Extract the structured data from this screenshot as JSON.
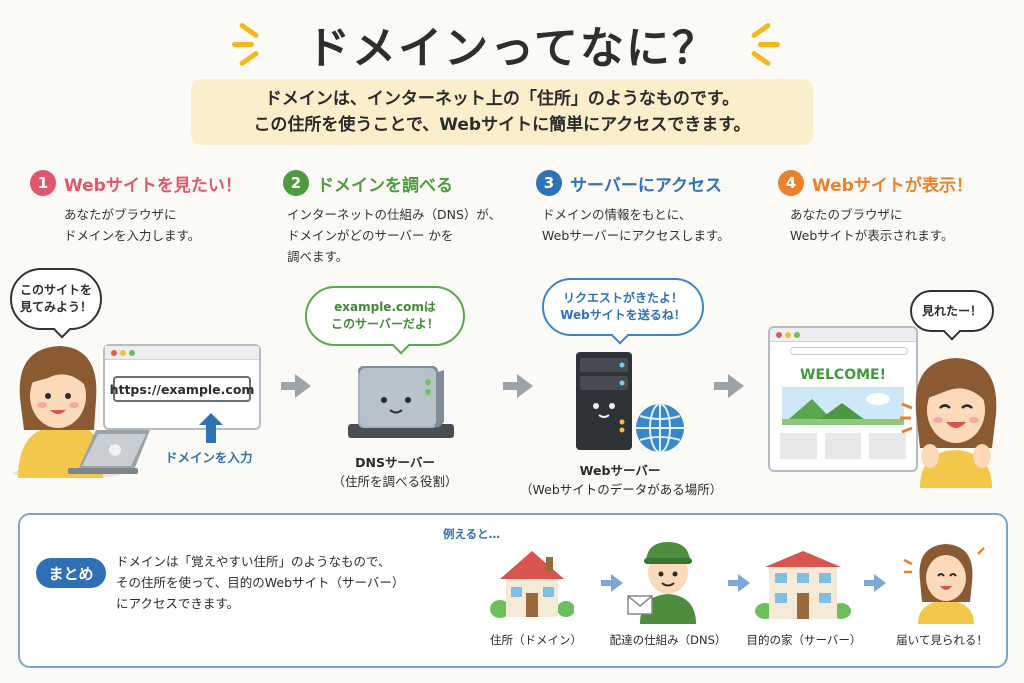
{
  "title": "ドメインってなに？",
  "intro": {
    "line1": "ドメインは、インターネット上の「住所」のようなものです。",
    "line2": "この住所を使うことで、Webサイトに簡単にアクセスできます。"
  },
  "steps": [
    {
      "num": "1",
      "title": "Webサイトを見たい！",
      "color": "#e0566a",
      "desc1": "あなたがブラウザに",
      "desc2": "ドメインを入力します。",
      "desc3": ""
    },
    {
      "num": "2",
      "title": "ドメインを調べる",
      "color": "#4e9a3f",
      "desc1": "インターネットの仕組み（DNS）が、",
      "desc2": "ドメインがどのサーバー  かを",
      "desc3": "調べます。"
    },
    {
      "num": "3",
      "title": "サーバーにアクセス",
      "color": "#2f72b8",
      "desc1": "ドメインの情報をもとに、",
      "desc2": "Webサーバーにアクセスします。",
      "desc3": ""
    },
    {
      "num": "4",
      "title": "Webサイトが表示！",
      "color": "#e9822b",
      "desc1": "あなたのブラウザに",
      "desc2": "Webサイトが表示されます。",
      "desc3": ""
    }
  ],
  "scene": {
    "bubble_user": [
      "このサイトを",
      "見てみよう！"
    ],
    "url": "https://example.com",
    "input_caption": "ドメインを入力",
    "dns_bubble": [
      "example.comは",
      "このサーバーだよ！"
    ],
    "dns_caption": [
      "DNSサーバー",
      "（住所を調べる役割）"
    ],
    "web_bubble": [
      "リクエストがきたよ！",
      "Webサイトを送るね！"
    ],
    "web_caption": [
      "Webサーバー",
      "（Webサイトのデータがある場所）"
    ],
    "welcome": "WELCOME!",
    "bubble_seen": "見れたー！"
  },
  "summary": {
    "badge": "まとめ",
    "text1": "ドメインは「覚えやすい住所」のようなもので、",
    "text2": "その住所を使って、目的のWebサイト（サーバー）",
    "text3": "にアクセスできます。",
    "example_label": "例えると…",
    "items": [
      "住所（ドメイン）",
      "配達の仕組み（DNS）",
      "目的の家（サーバー）",
      "届いて見られる！"
    ]
  },
  "colors": {
    "accent": "#f2b81c",
    "blue": "#2f6fb5",
    "intro_bg": "#fbeecb"
  }
}
